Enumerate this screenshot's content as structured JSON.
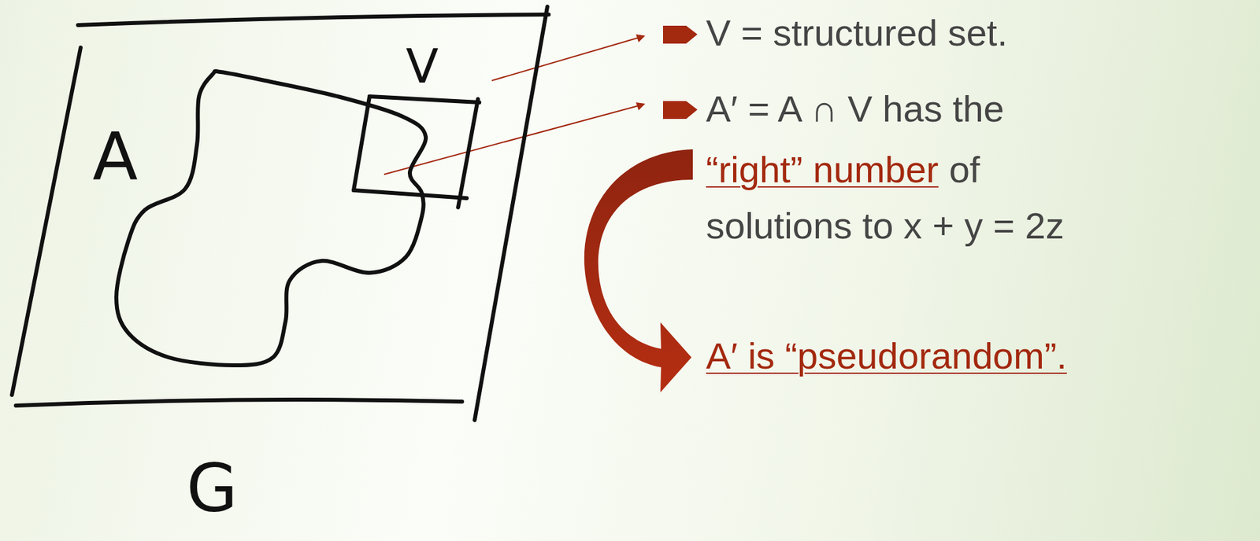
{
  "diagram": {
    "nodes": [
      {
        "text": [
          "G"
        ]
      },
      {
        "text": [
          "A"
        ],
        "in": 0
      },
      {
        "text": [
          "V"
        ],
        "in": 0
      }
    ],
    "labels": [
      "V = structured set.",
      "A′ = A ∩ V has the",
      "“right” number",
      "of",
      "solutions to x + y = 2z",
      "A′ is “pseudorandom”."
    ]
  }
}
